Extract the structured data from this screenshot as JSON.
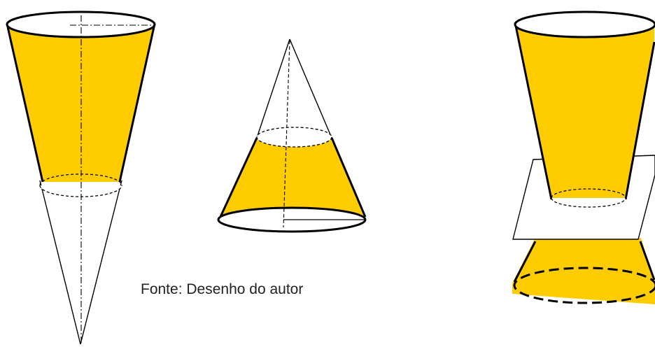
{
  "caption": "Fonte: Desenho do autor",
  "colors": {
    "fill": "#ffcc00",
    "stroke": "#000000",
    "background": "#ffffff",
    "plane": "#ffffff"
  },
  "figures": [
    {
      "name": "cone-frustum-with-inverted-apex"
    },
    {
      "name": "cone-cut-into-frustum"
    },
    {
      "name": "cone-cut-by-plane"
    }
  ]
}
